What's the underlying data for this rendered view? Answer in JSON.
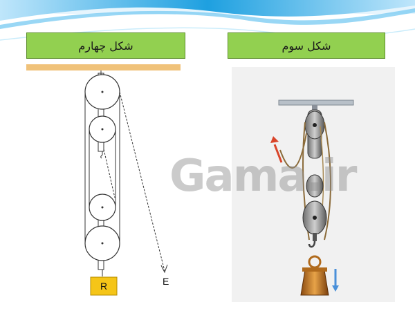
{
  "slide": {
    "left_title": "شکل چهارم",
    "right_title": "شکل سوم",
    "watermark": "Gama.ir"
  },
  "diagram_left": {
    "load_label": "R",
    "effort_label": "E"
  },
  "colors": {
    "title_bg": "#92d050",
    "ceiling_bar": "#f0c27a",
    "load_box": "#f5c518",
    "wave_blue": "#1ea0e0",
    "weight_bronze": "#c8741f",
    "arrow_red": "#d9452a",
    "arrow_blue": "#4a90d9"
  }
}
